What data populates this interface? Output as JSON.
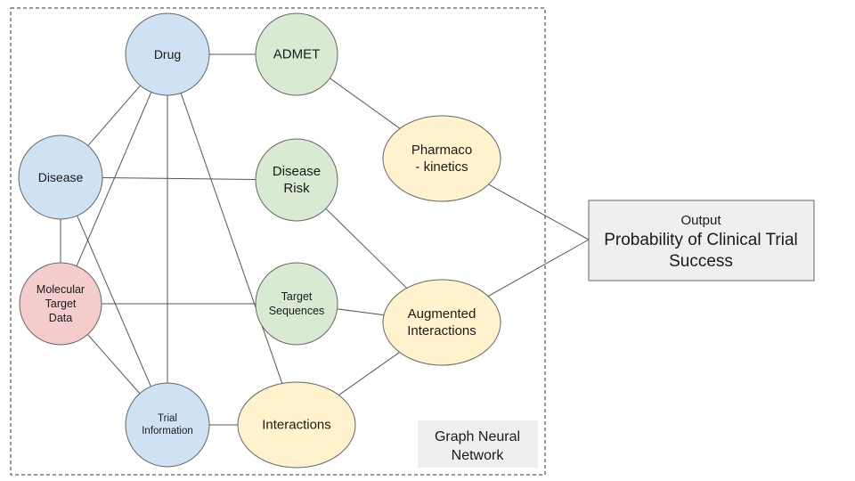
{
  "nodes": {
    "drug": {
      "label": [
        "Drug"
      ],
      "fill": "#cfe2f3"
    },
    "disease": {
      "label": [
        "Disease"
      ],
      "fill": "#cfe2f3"
    },
    "molecular": {
      "label": [
        "Molecular",
        "Target",
        "Data"
      ],
      "fill": "#f4cccc"
    },
    "trial": {
      "label": [
        "Trial",
        "Information"
      ],
      "fill": "#cfe2f3"
    },
    "admet": {
      "label": [
        "ADMET"
      ],
      "fill": "#d9ead3"
    },
    "disease_risk": {
      "label": [
        "Disease",
        "Risk"
      ],
      "fill": "#d9ead3"
    },
    "target_seq": {
      "label": [
        "Target",
        "Sequences"
      ],
      "fill": "#d9ead3"
    },
    "interactions": {
      "label": [
        "Interactions"
      ],
      "fill": "#fff2cc"
    },
    "pharmaco": {
      "label": [
        "Pharmaco",
        "- kinetics"
      ],
      "fill": "#fff2cc"
    },
    "augmented": {
      "label": [
        "Augmented",
        "Interactions"
      ],
      "fill": "#fff2cc"
    }
  },
  "edges": [
    [
      "drug",
      "admet"
    ],
    [
      "drug",
      "disease"
    ],
    [
      "drug",
      "molecular"
    ],
    [
      "drug",
      "trial"
    ],
    [
      "drug",
      "interactions"
    ],
    [
      "disease",
      "disease_risk"
    ],
    [
      "disease",
      "molecular"
    ],
    [
      "disease",
      "trial"
    ],
    [
      "molecular",
      "target_seq"
    ],
    [
      "molecular",
      "trial"
    ],
    [
      "trial",
      "interactions"
    ],
    [
      "admet",
      "pharmaco"
    ],
    [
      "disease_risk",
      "augmented"
    ],
    [
      "target_seq",
      "augmented"
    ],
    [
      "interactions",
      "augmented"
    ],
    [
      "pharmaco",
      "output"
    ],
    [
      "augmented",
      "output"
    ]
  ],
  "output": {
    "title": "Output",
    "lines": [
      "Probability of Clinical Trial",
      "Success"
    ],
    "fill": "#efefef"
  },
  "gnn_label": {
    "lines": [
      "Graph Neural",
      "Network"
    ],
    "fill": "#efefef"
  },
  "colors": {
    "stroke": "#666666",
    "edge": "#555555",
    "border": "#333333"
  }
}
